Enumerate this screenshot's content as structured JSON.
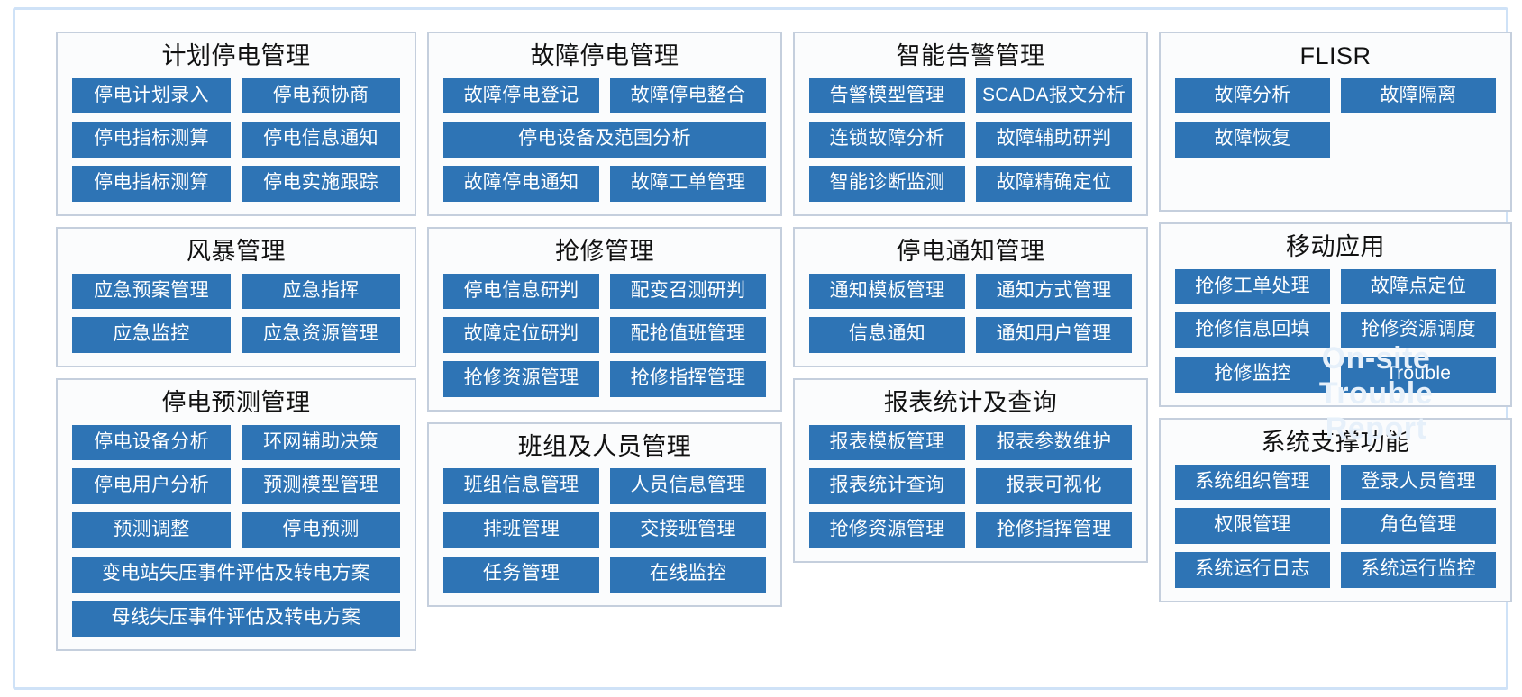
{
  "colors": {
    "button": "#2e74b5",
    "panel_border": "#c5cfdd",
    "frame_border": "#cfe2f7",
    "watermark": "#e6f0fa"
  },
  "overlay": {
    "watermark_text": "On-site\nTrouble\nReport"
  },
  "columns": [
    {
      "panels": [
        {
          "id": "planned-outage-management",
          "title": "计划停电管理",
          "rows": [
            [
              "停电计划录入",
              "停电预协商"
            ],
            [
              "停电指标测算",
              "停电信息通知"
            ],
            [
              "停电指标测算",
              "停电实施跟踪"
            ]
          ]
        },
        {
          "id": "storm-management",
          "title": "风暴管理",
          "rows": [
            [
              "应急预案管理",
              "应急指挥"
            ],
            [
              "应急监控",
              "应急资源管理"
            ]
          ]
        },
        {
          "id": "outage-forecast-management",
          "title": "停电预测管理",
          "rows": [
            [
              "停电设备分析",
              "环网辅助决策"
            ],
            [
              "停电用户分析",
              "预测模型管理"
            ],
            [
              "预测调整",
              "停电预测"
            ],
            [
              "变电站失压事件评估及转电方案"
            ],
            [
              "母线失压事件评估及转电方案"
            ]
          ]
        }
      ]
    },
    {
      "panels": [
        {
          "id": "fault-outage-management",
          "title": "故障停电管理",
          "rows": [
            [
              "故障停电登记",
              "故障停电整合"
            ],
            [
              "停电设备及范围分析"
            ],
            [
              "故障停电通知",
              "故障工单管理"
            ]
          ]
        },
        {
          "id": "emergency-repair-management",
          "title": "抢修管理",
          "rows": [
            [
              "停电信息研判",
              "配变召测研判"
            ],
            [
              "故障定位研判",
              "配抢值班管理"
            ],
            [
              "抢修资源管理",
              "抢修指挥管理"
            ]
          ]
        },
        {
          "id": "team-and-personnel-management",
          "title": "班组及人员管理",
          "rows": [
            [
              "班组信息管理",
              "人员信息管理"
            ],
            [
              "排班管理",
              "交接班管理"
            ],
            [
              "任务管理",
              "在线监控"
            ]
          ]
        }
      ]
    },
    {
      "panels": [
        {
          "id": "intelligent-alarm-management",
          "title": "智能告警管理",
          "rows": [
            [
              "告警模型管理",
              "SCADA报文分析"
            ],
            [
              "连锁故障分析",
              "故障辅助研判"
            ],
            [
              "智能诊断监测",
              "故障精确定位"
            ]
          ]
        },
        {
          "id": "outage-notification-management",
          "title": "停电通知管理",
          "rows": [
            [
              "通知模板管理",
              "通知方式管理"
            ],
            [
              "信息通知",
              "通知用户管理"
            ]
          ]
        },
        {
          "id": "report-statistics-and-query",
          "title": "报表统计及查询",
          "rows": [
            [
              "报表模板管理",
              "报表参数维护"
            ],
            [
              "报表统计查询",
              "报表可视化"
            ],
            [
              "抢修资源管理",
              "抢修指挥管理"
            ]
          ]
        }
      ]
    },
    {
      "panels": [
        {
          "id": "flisr",
          "title": "FLISR",
          "rows": [
            [
              "故障分析",
              "故障隔离"
            ],
            [
              "故障恢复",
              ""
            ]
          ]
        },
        {
          "id": "mobile-application",
          "title": "移动应用",
          "rows": [
            [
              "抢修工单处理",
              "故障点定位"
            ],
            [
              "抢修信息回填",
              "抢修资源调度"
            ],
            [
              "抢修监控",
              "Trouble"
            ]
          ]
        },
        {
          "id": "system-support-functions",
          "title": "系统支撑功能",
          "rows": [
            [
              "系统组织管理",
              "登录人员管理"
            ],
            [
              "权限管理",
              "角色管理"
            ],
            [
              "系统运行日志",
              "系统运行监控"
            ]
          ]
        }
      ]
    }
  ]
}
